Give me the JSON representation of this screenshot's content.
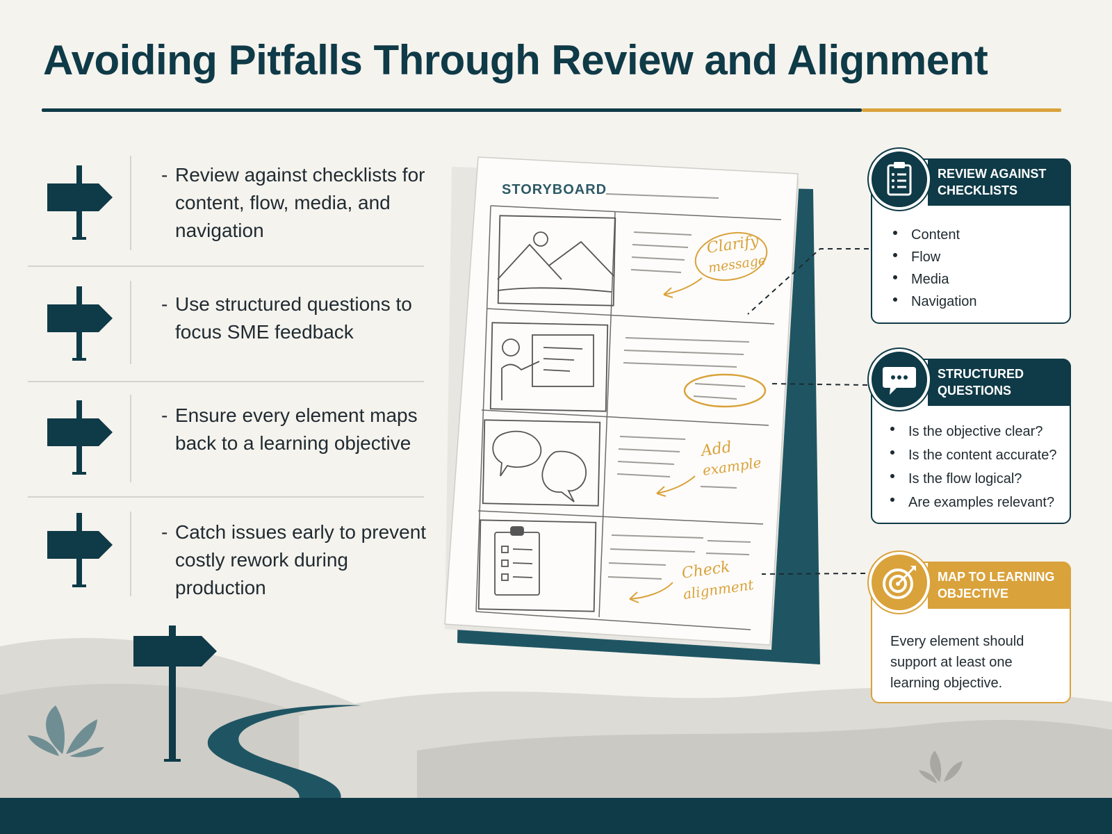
{
  "title": "Avoiding Pitfalls Through Review and Alignment",
  "colors": {
    "primary": "#0f3a47",
    "accent": "#d9a23a",
    "background": "#f5f3ee"
  },
  "bullets": [
    {
      "dash": "-",
      "text": "Review against checklists for content, flow, media, and navigation",
      "icon": "signpost-icon"
    },
    {
      "dash": "-",
      "text": "Use structured questions to focus SME feedback",
      "icon": "signpost-icon"
    },
    {
      "dash": "-",
      "text": "Ensure every element maps back to a learning objective",
      "icon": "signpost-icon"
    },
    {
      "dash": "-",
      "text": "Catch issues early to prevent costly rework during production",
      "icon": "signpost-icon"
    }
  ],
  "storyboard": {
    "label": "STORYBOARD",
    "annotations": [
      "Clarify",
      "message",
      "Add",
      "example",
      "Check",
      "alignment"
    ]
  },
  "cards": {
    "checklists": {
      "title": "REVIEW AGAINST CHECKLISTS",
      "icon": "clipboard-icon",
      "items": [
        "Content",
        "Flow",
        "Media",
        "Navigation"
      ]
    },
    "questions": {
      "title": "STRUCTURED QUESTIONS",
      "icon": "chat-bubble-icon",
      "items": [
        "Is the objective clear?",
        "Is the content accurate?",
        "Is the flow logical?",
        "Are examples relevant?"
      ]
    },
    "objective": {
      "title": "MAP TO LEARNING OBJECTIVE",
      "icon": "target-icon",
      "description": "Every element should support at least one learning objective."
    }
  }
}
